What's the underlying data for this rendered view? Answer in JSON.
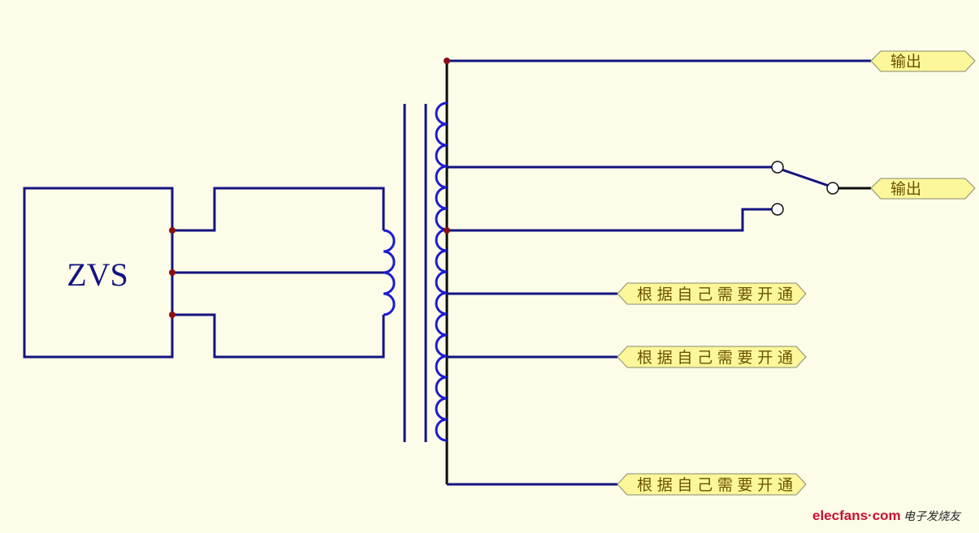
{
  "block": {
    "name": "ZVS"
  },
  "outputs": [
    {
      "label": "输出"
    },
    {
      "label": "输出"
    }
  ],
  "taps": [
    {
      "label": "根据自己需要开通"
    },
    {
      "label": "根据自己需要开通"
    },
    {
      "label": "根据自己需要开通"
    }
  ],
  "watermark": {
    "site": "elecfans·com",
    "tagline": "电子发烧友"
  },
  "colors": {
    "wire": "#131380",
    "coil": "#1c1cd0",
    "junction": "#8a0f0f",
    "label_fill": "#fbf79a",
    "background": "#fcfce9"
  }
}
